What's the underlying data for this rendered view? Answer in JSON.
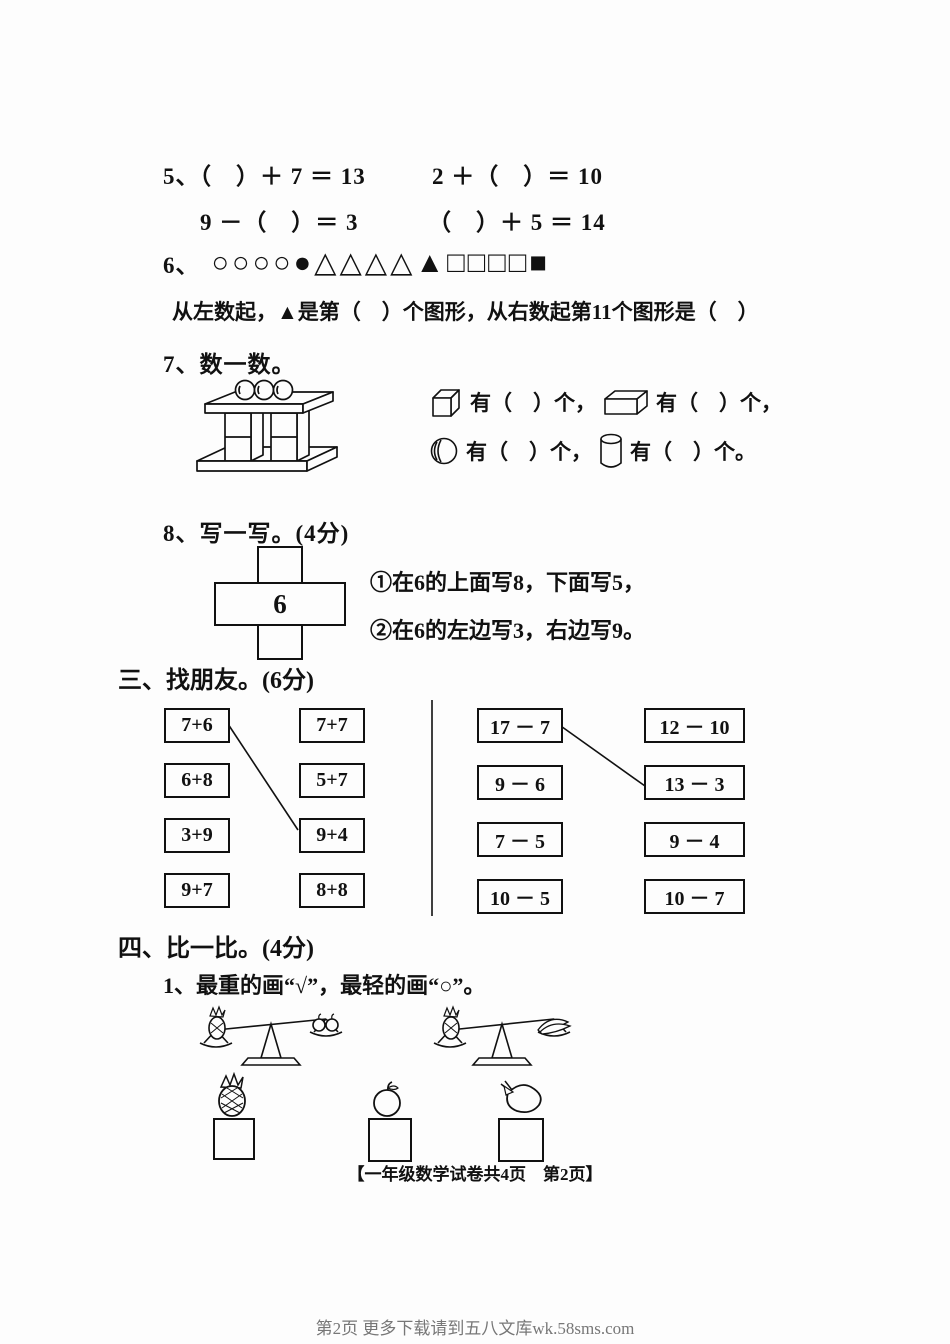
{
  "q5": {
    "label": "5、",
    "eq1": "（　）＋ 7 ＝ 13",
    "eq2": "2 ＋（　）＝ 10",
    "eq3": "9 －（　）＝ 3",
    "eq4": "（　）＋ 5 ＝ 14"
  },
  "q6": {
    "label": "6、",
    "shapes": [
      "○",
      "○",
      "○",
      "○",
      "●",
      "△",
      "△",
      "△",
      "△",
      "▲",
      "□",
      "□",
      "□",
      "□",
      "■"
    ],
    "caption": "从左数起，▲是第（　）个图形，从右数起第11个图形是（　）"
  },
  "q7": {
    "label": "7、数一数。",
    "cube_text": "有（　）个，",
    "cuboid_text": "有（　）个，",
    "sphere_text": "有（　）个，",
    "cylinder_text": "有（　）个。"
  },
  "q8": {
    "label": "8、写一写。(4分)",
    "center_value": "6",
    "line1": "①在6的上面写8，下面写5，",
    "line2": "②在6的左边写3，右边写9。"
  },
  "section3": {
    "title": "三、找朋友。(6分)",
    "left_col1": [
      "7+6",
      "6+8",
      "3+9",
      "9+7"
    ],
    "left_col2": [
      "7+7",
      "5+7",
      "9+4",
      "8+8"
    ],
    "right_col1": [
      "17 － 7",
      "9 － 6",
      "7 － 5",
      "10 － 5"
    ],
    "right_col2": [
      "12 － 10",
      "13 － 3",
      "9 － 4",
      "10 － 7"
    ]
  },
  "section4": {
    "title": "四、比一比。(4分)",
    "subtitle": "1、最重的画“√”，最轻的画“○”。"
  },
  "footer": {
    "page_note": "【一年级数学试卷共4页　第2页】",
    "site_note": "第2页 更多下载请到五八文库wk.58sms.com"
  }
}
